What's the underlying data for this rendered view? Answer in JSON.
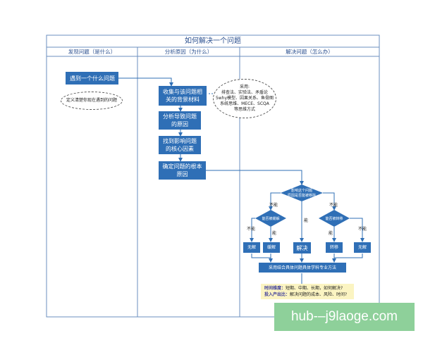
{
  "title": "如何解决一个问题",
  "columns": [
    "发现问题（是什么）",
    "分析原因（为什么）",
    "解决问题（怎么办）"
  ],
  "col1": {
    "box": "遇到一个什么问题",
    "ellipse": "定义清楚你现在遇到的问题"
  },
  "col2": {
    "box1": "收集与该问题相关的背景材料",
    "box2": "分析导致问题的原因",
    "box3": "找到影响问题的核心因素",
    "box4": "确定问题的根本原因",
    "ellipse": {
      "head": "采用:",
      "body": "排查法、实验法、矛盾论\n5why模型、因果关系、鱼骨图\n系统思维、MECE、SCQA\n等思维方式"
    }
  },
  "col3": {
    "d_top": "影响这个问题\n原因是否能被移除",
    "d_left": "能否被缓解",
    "d_right": "能否被转移",
    "lbl_top_left": "不能",
    "lbl_top_mid": "能",
    "lbl_top_right": "不能",
    "lbl_l_left": "不能",
    "lbl_l_right": "能",
    "lbl_r_left": "能",
    "lbl_r_right": "不能",
    "b_wujie1": "无解",
    "b_huanjie": "缓解",
    "b_jiejue": "解决",
    "b_zhuanyi": "转移",
    "b_wujie2": "无解",
    "b_bottom": "采用结合具体问题具体学科专业方法",
    "note_line1_label": "时间维度：",
    "note_line1_text": "短期、中期、长期，如何解决?",
    "note_line2_label": "投入产出比：",
    "note_line2_text": "解决问题的成本、风险、时间?"
  },
  "watermark": "hub-–j9laoge.com",
  "colors": {
    "box": "#2f6fb6",
    "line": "#2f6fb6",
    "grid": "#6b8fbf",
    "note": "#fbf4c2",
    "watermark": "#8ed09a"
  }
}
